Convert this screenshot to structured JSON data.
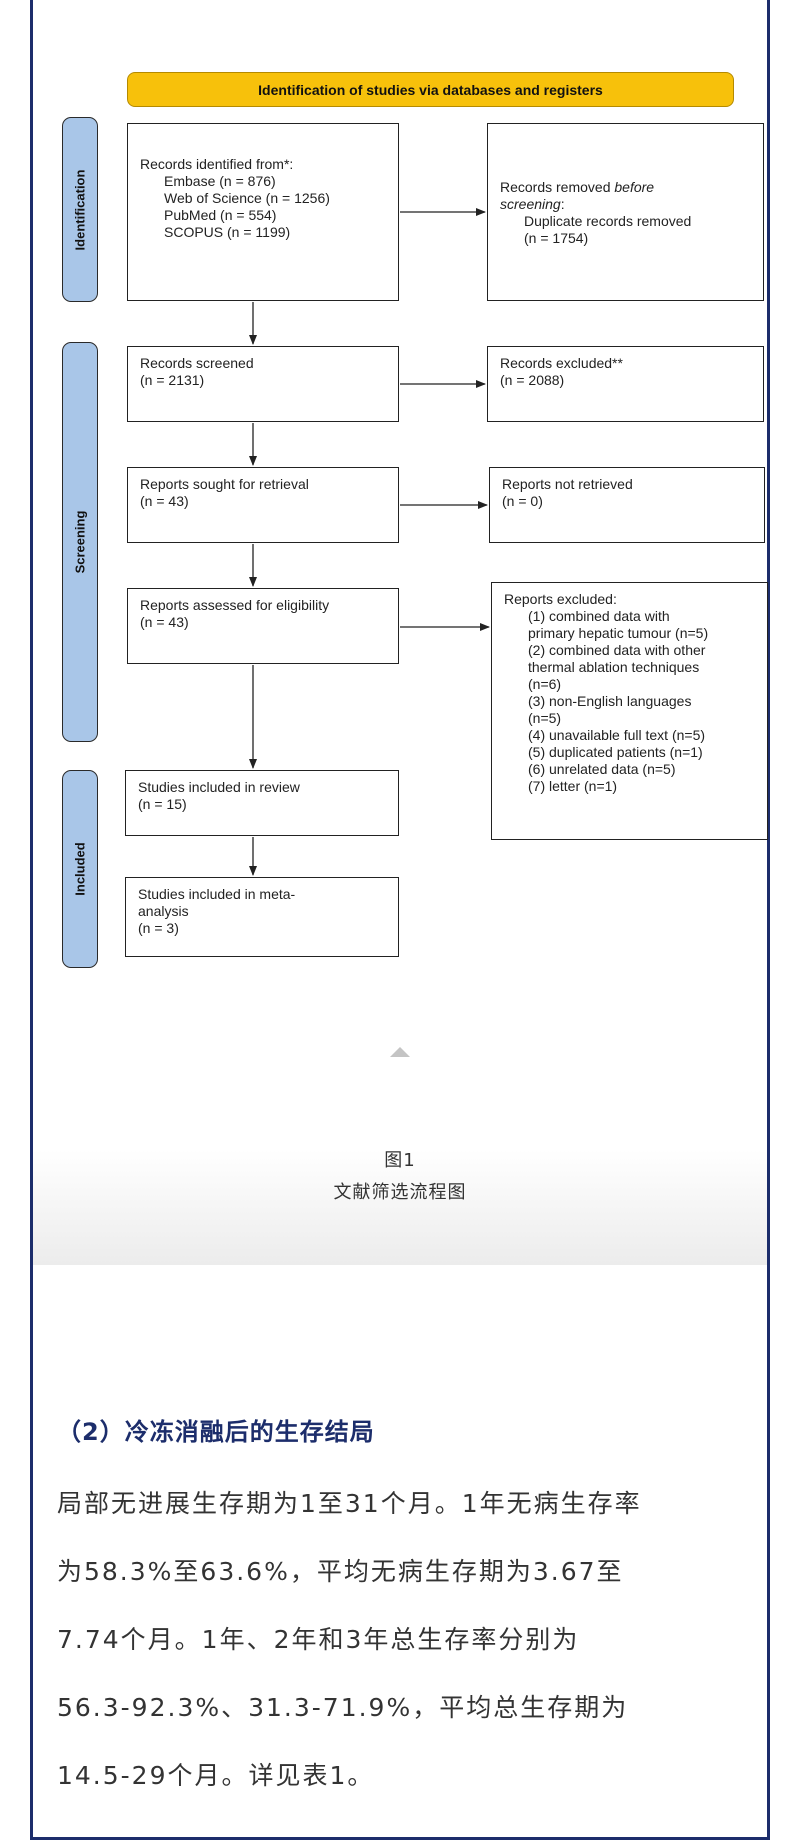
{
  "diagram": {
    "header": "Identification of studies via databases and registers",
    "phases": {
      "identification": "Identification",
      "screening": "Screening",
      "included": "Included"
    },
    "boxes": {
      "records_identified": [
        "Records identified from*:",
        "Embase (n = 876)",
        "Web of Science (n = 1256)",
        "PubMed (n = 554)",
        "SCOPUS (n = 1199)"
      ],
      "records_removed": {
        "line1_prefix": "Records removed ",
        "line1_em": "before",
        "line2_em": "screening",
        "line2_suffix": ":",
        "line3": "Duplicate records removed",
        "line4": "(n = 1754)"
      },
      "records_screened": [
        "Records screened",
        "(n = 2131)"
      ],
      "records_excluded": [
        "Records excluded**",
        "(n = 2088)"
      ],
      "reports_sought": [
        "Reports sought for retrieval",
        "(n = 43)"
      ],
      "reports_not_retrieved": [
        "Reports not retrieved",
        "(n = 0)"
      ],
      "reports_assessed": [
        "Reports assessed for eligibility",
        "(n = 43)"
      ],
      "reports_excluded": [
        "Reports excluded:",
        "(1) combined data with",
        "primary hepatic tumour (n=5)",
        "(2) combined data with other",
        "thermal ablation techniques",
        "(n=6)",
        "(3) non-English languages",
        "(n=5)",
        "(4) unavailable full text (n=5)",
        "(5) duplicated patients (n=1)",
        "(6) unrelated data (n=5)",
        "(7) letter (n=1)"
      ],
      "studies_review": [
        "Studies included in review",
        "(n = 15)"
      ],
      "studies_meta": [
        "Studies included in meta-",
        "analysis",
        "(n = 3)"
      ]
    }
  },
  "caption": {
    "label": "图1",
    "title": "文献筛选流程图"
  },
  "section": {
    "heading": "（2）冷冻消融后的生存结局",
    "paragraph_lines": [
      "局部无进展生存期为1至31个月。1年无病生存率",
      "为58.3%至63.6%，平均无病生存期为3.67至",
      "7.74个月。1年、2年和3年总生存率分别为",
      "56.3-92.3%、31.3-71.9%，平均总生存期为",
      "14.5-29个月。详见表1。"
    ]
  },
  "colors": {
    "frame": "#1c2d6b",
    "header_bar": "#f7c10b",
    "phase_label": "#a9c6e8",
    "heading": "#1c2d6b"
  }
}
